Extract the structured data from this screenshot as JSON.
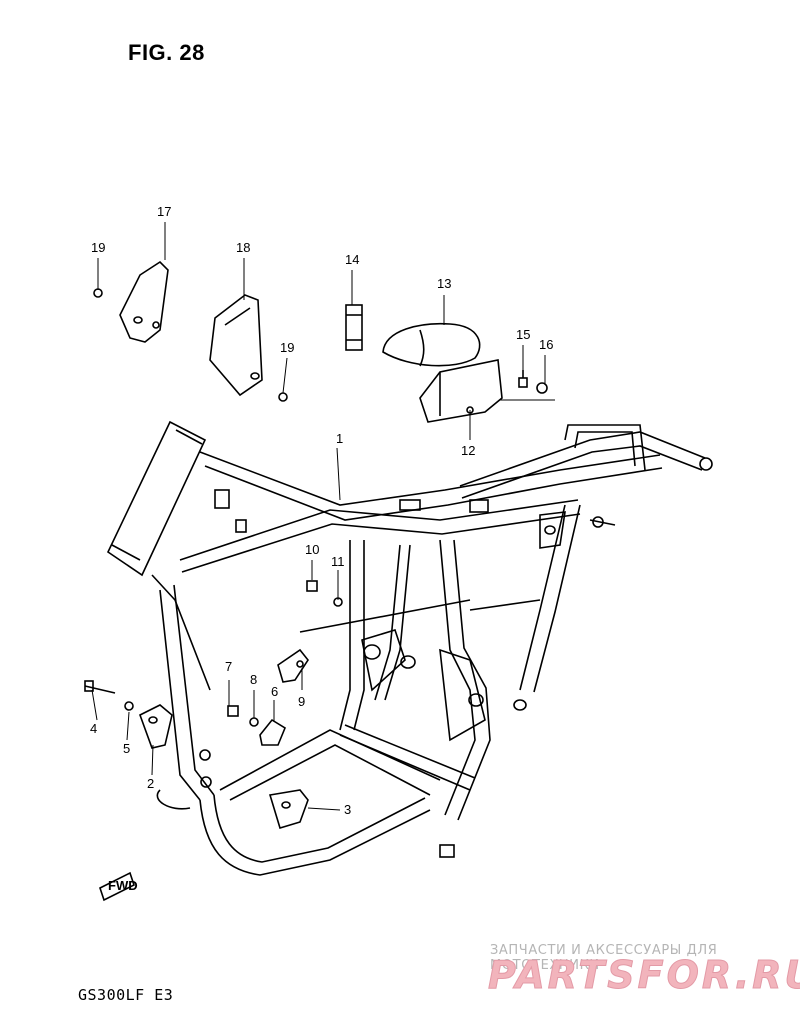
{
  "title": "FIG. 28",
  "model_code": "GS300LF  E3",
  "watermark": {
    "tagline": "ЗАПЧАСТИ И АКСЕССУАРЫ ДЛЯ МОТОТЕХНИКИ",
    "logo_text": "PARTSFOR.RU"
  },
  "direction_marker": "FWD",
  "callouts": {
    "n1": "1",
    "n2": "2",
    "n3": "3",
    "n4": "4",
    "n5": "5",
    "n6": "6",
    "n7": "7",
    "n8": "8",
    "n9": "9",
    "n10": "10",
    "n11": "11",
    "n12": "12",
    "n13": "13",
    "n14": "14",
    "n15": "15",
    "n16": "16",
    "n17": "17",
    "n18": "18",
    "n19a": "19",
    "n19b": "19"
  }
}
